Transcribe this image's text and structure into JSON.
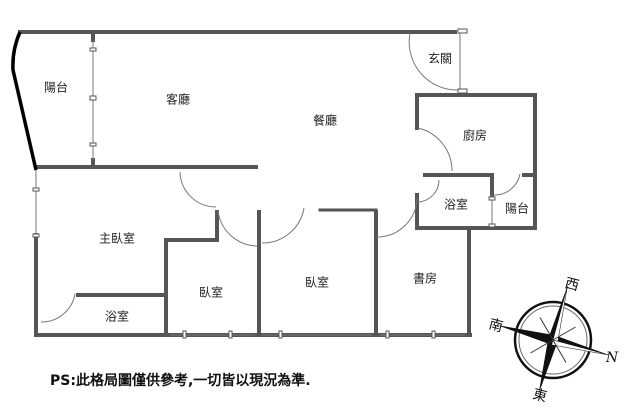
{
  "rooms": {
    "balcony_west": "陽台",
    "living_room": "客廳",
    "dining_room": "餐廳",
    "entrance": "玄關",
    "kitchen": "廚房",
    "bathroom_east": "浴室",
    "balcony_east": "陽台",
    "master_bedroom": "主臥室",
    "bedroom_1": "臥室",
    "bedroom_2": "臥室",
    "study": "書房",
    "bathroom_master": "浴室"
  },
  "compass": {
    "west": "西",
    "south": "南",
    "north": "N",
    "east": "東"
  },
  "note": "PS:此格局圖僅供參考,一切皆以現況為準."
}
